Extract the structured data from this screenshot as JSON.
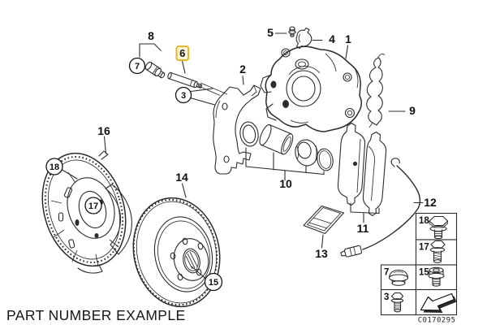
{
  "page": {
    "background": "#ffffff",
    "line_color": "#2b2b2b"
  },
  "footer": {
    "title": "PART NUMBER EXAMPLE",
    "drawing_code": "C0170295"
  },
  "highlight": {
    "label": "6",
    "fill_color": "#fdf8d9",
    "border_color": "#e0ba39"
  },
  "callouts": {
    "c1": "1",
    "c2": "2",
    "c3": "3",
    "c4": "4",
    "c5": "5",
    "c6": "6",
    "c7": "7",
    "c8": "8",
    "c9": "9",
    "c10": "10",
    "c11": "11",
    "c12": "12",
    "c13": "13",
    "c14": "14",
    "c15": "15",
    "c16": "16",
    "c17": "17",
    "c18": "18"
  },
  "legend": {
    "cells": [
      {
        "label": "18",
        "icon": "hex-bolt-icon"
      },
      {
        "label": "17",
        "icon": "hex-screw-icon"
      },
      {
        "label": "7",
        "icon": "cap-plug-icon"
      },
      {
        "label": "15",
        "icon": "socket-screw-icon"
      },
      {
        "label": "3",
        "icon": "hex-bolt-icon"
      },
      {
        "label": "",
        "icon": "example-arrow-icon"
      }
    ]
  }
}
